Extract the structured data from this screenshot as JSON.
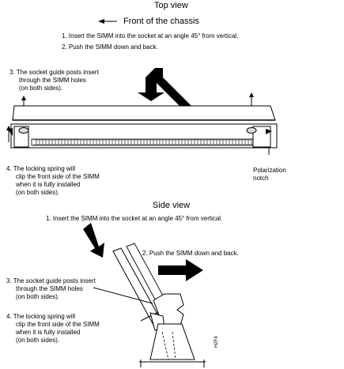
{
  "top": {
    "heading": "Top view",
    "front": "Front of the chassis",
    "step1": "1. Insert the SIMM into the socket at an angle 45° from vertical.",
    "step2": "2. Push the SIMM down and back.",
    "step3_lines": [
      "3. The socket guide posts insert",
      "through the SIMM holes",
      "(on both sides)."
    ],
    "step4_lines": [
      "4. The locking spring will",
      "clip the front side of the SIMM",
      "when it is fully installed",
      "(on both sides)."
    ],
    "polarization_lines": [
      "Polarization",
      "notch"
    ]
  },
  "side": {
    "heading": "Side view",
    "step1": "1. Insert the SIMM into the socket at an angle 45° from vertical.",
    "step2": "2. Push the SIMM down and back.",
    "step3_lines": [
      "3. The socket guide posts insert",
      "through the SIMM holes",
      "(on both sides)."
    ],
    "step4_lines": [
      "4. The locking spring will",
      "clip the front side of the SIMM",
      "when it is fully installed",
      "(on both sides)."
    ]
  },
  "figure_id": "H2F4"
}
